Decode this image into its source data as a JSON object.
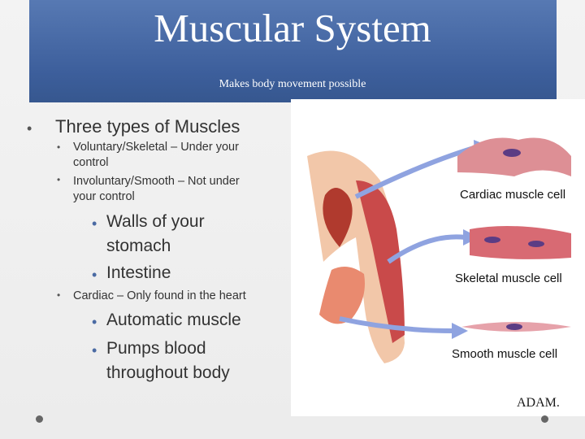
{
  "header": {
    "title": "Muscular System",
    "subtitle": "Makes body movement possible"
  },
  "content": {
    "heading": "Three types of Muscles",
    "items": [
      {
        "text_line1": "Voluntary/Skeletal – Under your",
        "text_line2": "control"
      },
      {
        "text_line1": "Involuntary/Smooth – Not under",
        "text_line2": "your control",
        "sub": [
          {
            "line1": "Walls of your",
            "line2": "stomach"
          },
          {
            "line1": "Intestine"
          }
        ]
      },
      {
        "text_line1": "Cardiac – Only found in the heart",
        "sub": [
          {
            "line1": "Automatic muscle"
          },
          {
            "line1": "Pumps blood",
            "line2": "throughout body"
          }
        ]
      }
    ]
  },
  "illustration": {
    "labels": [
      "Cardiac muscle cell",
      "Skeletal muscle cell",
      "Smooth muscle cell"
    ],
    "logo": "ADAM."
  },
  "colors": {
    "header_bg": "#3d5f9c",
    "text": "#333333",
    "muscle": "#c94a4a"
  }
}
